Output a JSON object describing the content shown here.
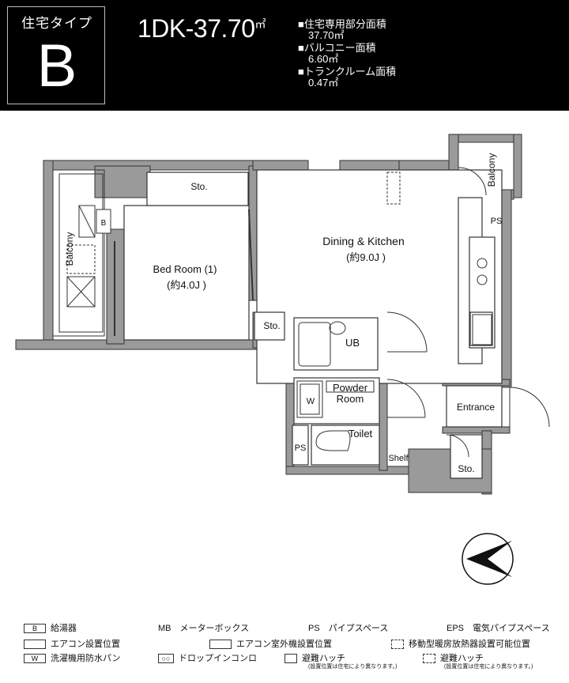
{
  "header": {
    "type_label": "住宅タイプ",
    "type_letter": "B",
    "unit_size": "1DK-37.70",
    "unit_size_sup": "㎡",
    "specs": [
      {
        "label": "■住宅専用部分面積",
        "value": "37.70㎡"
      },
      {
        "label": "■バルコニー面積",
        "value": "6.60㎡"
      },
      {
        "label": "■トランクルーム面積",
        "value": "0.47㎡"
      }
    ]
  },
  "rooms": {
    "sto_top": "Sto.",
    "balcony_left": "Balcony",
    "balcony_right": "Balcony",
    "b_box": "B",
    "bedroom": "Bed Room (1)",
    "bedroom_size": "(約4.0J )",
    "dining": "Dining & Kitchen",
    "dining_size": "(約9.0J )",
    "ps_right": "PS",
    "sto_mid": "Sto.",
    "ub": "UB",
    "powder": "Powder",
    "powder2": "Room",
    "w_box": "W",
    "toilet": "Toilet",
    "ps_bottom": "PS",
    "shelf": "Shelf",
    "entrance": "Entrance",
    "sto_bottom": "Sto."
  },
  "legend": {
    "b_code": "B",
    "b_label": "給湯器",
    "mb_code": "MB",
    "mb_label": "メーターボックス",
    "ps_code": "PS",
    "ps_label": "パイプスペース",
    "eps_code": "EPS",
    "eps_label": "電気パイプスペース",
    "ac_label": "エアコン設置位置",
    "ac_out_label": "エアコン室外機設置位置",
    "heater_label": "移動型暖房放熱器設置可能位置",
    "w_code": "W",
    "w_label": "洗濯機用防水パン",
    "drop_label": "ドロップインコンロ",
    "hatch1_label": "避難ハッチ",
    "hatch1_note": "(設置位置は住宅により異なります。)",
    "hatch2_label": "避難ハッチ",
    "hatch2_note": "(設置位置は住宅により異なります。)"
  }
}
